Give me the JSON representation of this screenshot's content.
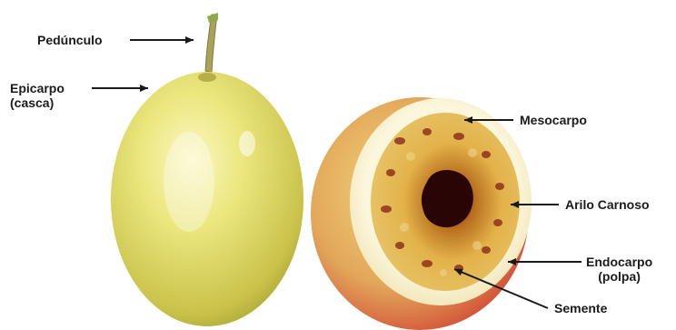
{
  "labels": {
    "peduncle": "Pedúnculo",
    "epicarp_line1": "Epicarpo",
    "epicarp_line2": "(casca)",
    "mesocarp": "Mesocarpo",
    "aril": "Arilo Carnoso",
    "endocarp_line1": "Endocarpo",
    "endocarp_line2": "(polpa)",
    "seed": "Semente"
  },
  "colors": {
    "skin": "#e9e27a",
    "mesocarp": "#f7f1cf",
    "pulp": "#d9a43a",
    "seeds": "#8a2a1a",
    "cavity": "#2a0505",
    "arrows": "#1a1a1a"
  }
}
